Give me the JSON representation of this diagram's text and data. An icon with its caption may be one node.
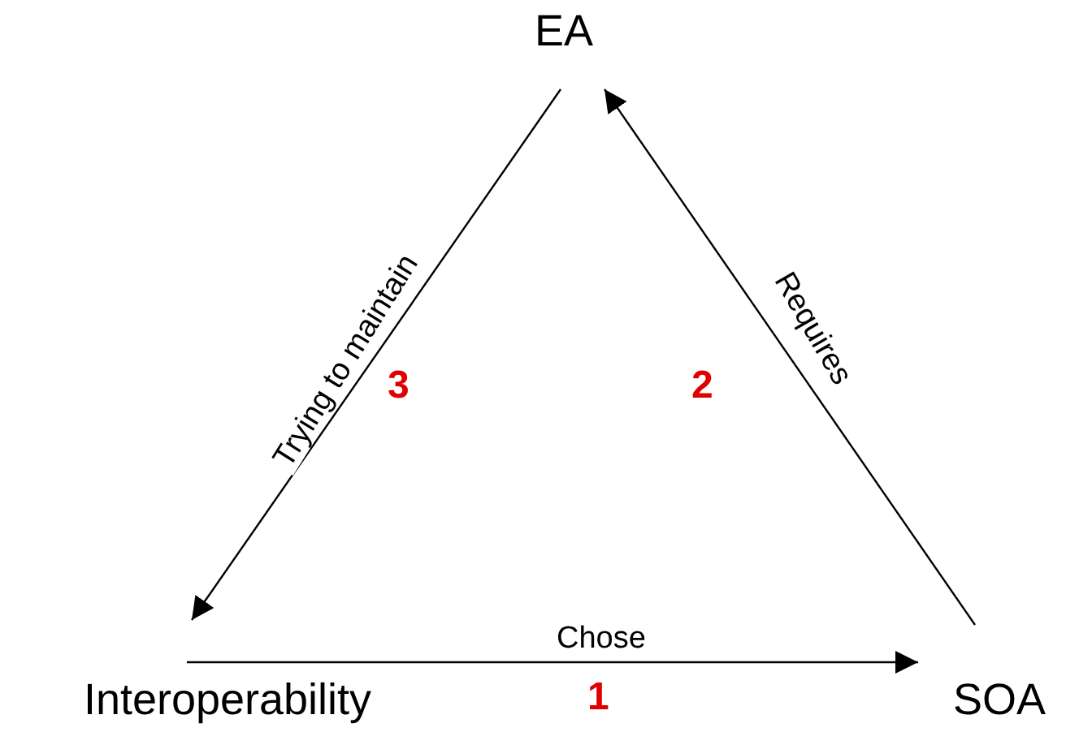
{
  "diagram": {
    "nodes": [
      {
        "text": [
          "EA"
        ]
      },
      {
        "text": [
          "Interoperability"
        ]
      },
      {
        "text": [
          "SOA"
        ]
      }
    ],
    "edges": [
      {
        "from": 1,
        "to": 2,
        "arrow": "to",
        "label": "Chose"
      },
      {
        "from": 2,
        "to": 0,
        "arrow": "to",
        "label": "Requires"
      },
      {
        "from": 0,
        "to": 1,
        "arrow": "to",
        "label": "Trying to maintain"
      }
    ],
    "labels": [
      "3",
      "2",
      "1"
    ]
  }
}
